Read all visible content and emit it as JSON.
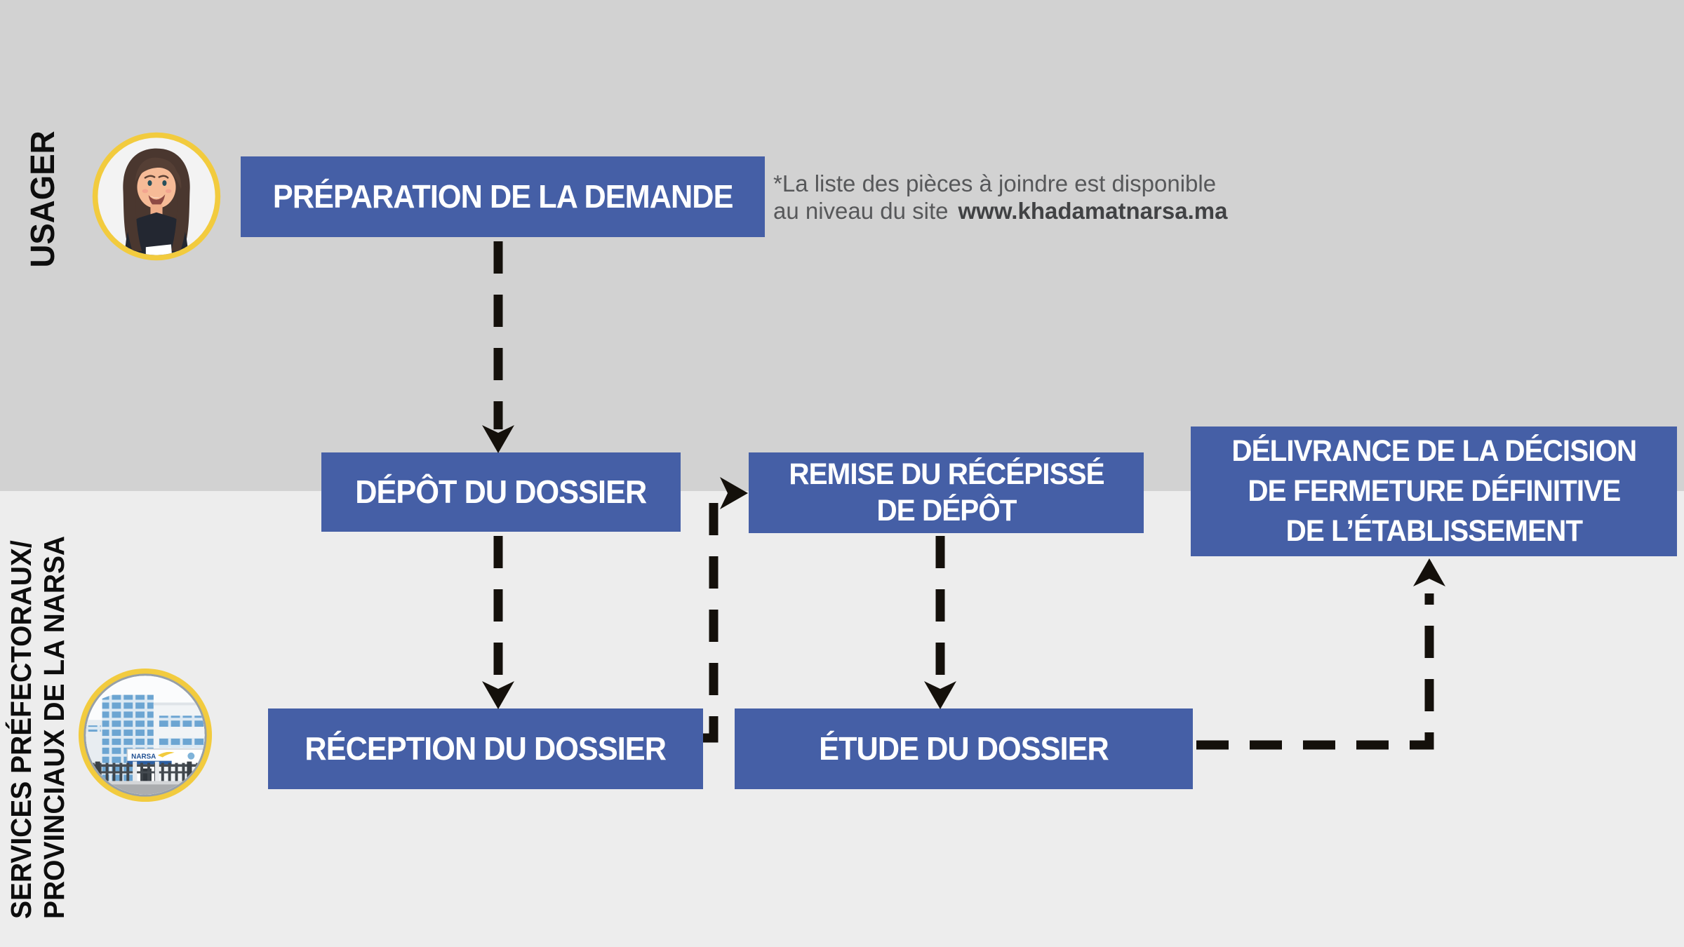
{
  "lanes": {
    "usager": {
      "label": "USAGER"
    },
    "narsa": {
      "label_line1": "SERVICES PRÉFECTORAUX/",
      "label_line2": "PROVINCIAUX DE LA NARSA"
    }
  },
  "steps": {
    "preparation": {
      "label": "PRÉPARATION DE LA DEMANDE"
    },
    "depot": {
      "label": "DÉPÔT DU DOSSIER"
    },
    "remise": {
      "line1": "REMISE DU RÉCÉPISSÉ",
      "line2": "DE DÉPÔT"
    },
    "delivrance": {
      "line1": "DÉLIVRANCE DE LA DÉCISION",
      "line2": "DE FERMETURE DÉFINITIVE",
      "line3": "DE L’ÉTABLISSEMENT"
    },
    "reception": {
      "label": "RÉCEPTION DU DOSSIER"
    },
    "etude": {
      "label": "ÉTUDE DU DOSSIER"
    }
  },
  "note": {
    "line1": "*La liste des pièces à joindre est disponible",
    "line2_text": "au niveau du site",
    "line2_url": "www.khadamatnarsa.ma"
  },
  "icons": {
    "avatar": "usager-person-avatar",
    "building": "narsa-building",
    "building_sign": "NARSA"
  },
  "colors": {
    "step_blue": "#455FA6",
    "band_top": "#D2D2D2",
    "band_bottom": "#EDEDED",
    "connector_black": "#14100B",
    "note_gray": "#57585A",
    "ring_yellow": "#F2CB3E"
  }
}
